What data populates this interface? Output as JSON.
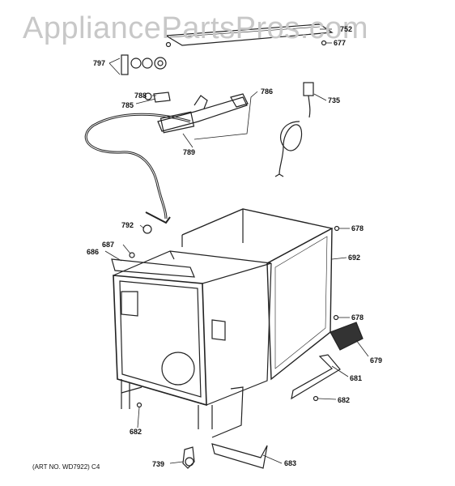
{
  "watermark": "AppliancePartsPros.com",
  "art_number": "(ART NO. WD7922) C4",
  "callouts": [
    "752",
    "677",
    "797",
    "788",
    "785",
    "786",
    "735",
    "789",
    "792",
    "678",
    "687",
    "686",
    "692",
    "678",
    "679",
    "681",
    "682",
    "682",
    "739",
    "683"
  ]
}
